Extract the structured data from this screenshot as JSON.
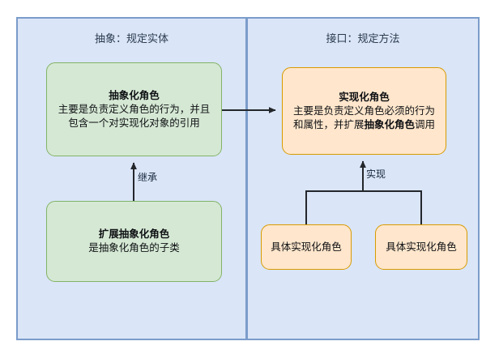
{
  "diagram": {
    "type": "bridge-pattern-uml",
    "sections": [
      {
        "key": "abstraction",
        "title": "抽象：规定实体"
      },
      {
        "key": "interface",
        "title": "接口：规定方法"
      }
    ],
    "nodes": [
      {
        "id": "abstract-role",
        "title": "抽象化角色",
        "desc_line1": "主要是负责定义角色的行为，并且",
        "desc_line2": "包含一个对实现化对象的引用",
        "fill": "#d5e8d4",
        "stroke": "#82b366"
      },
      {
        "id": "refined-abstraction",
        "title": "扩展抽象化角色",
        "desc_line1": "是抽象化角色的子类",
        "fill": "#d5e8d4",
        "stroke": "#82b366"
      },
      {
        "id": "implementor",
        "title": "实现化角色",
        "desc_line1": "主要是负责定义角色必须的行为",
        "desc_line2_pre": "和属性，并扩展",
        "desc_line2_bold": "抽象化角色",
        "desc_line2_post": "调用",
        "fill": "#ffe6cc",
        "stroke": "#d79b00"
      },
      {
        "id": "concrete-implementor-a",
        "title": "具体实现化角色",
        "fill": "#ffe6cc",
        "stroke": "#d79b00"
      },
      {
        "id": "concrete-implementor-b",
        "title": "具体实现化角色",
        "fill": "#ffe6cc",
        "stroke": "#d79b00"
      }
    ],
    "edges": [
      {
        "id": "abstract-to-implementor",
        "label": "",
        "from": "abstract-role",
        "to": "implementor",
        "style": "arrow-right"
      },
      {
        "id": "inherit",
        "label": "继承",
        "from": "refined-abstraction",
        "to": "abstract-role",
        "style": "arrow-up"
      },
      {
        "id": "implement",
        "label": "实现",
        "from": "concrete-implementors",
        "to": "implementor",
        "style": "arrow-up-tree"
      }
    ],
    "colors": {
      "panel_fill": "#dae5f7",
      "panel_stroke": "#7b9cca",
      "green_fill": "#d5e8d4",
      "green_stroke": "#82b366",
      "orange_fill": "#ffe6cc",
      "orange_stroke": "#d79b00",
      "connector": "#23272c",
      "title_text": "#2a3a4f"
    }
  }
}
